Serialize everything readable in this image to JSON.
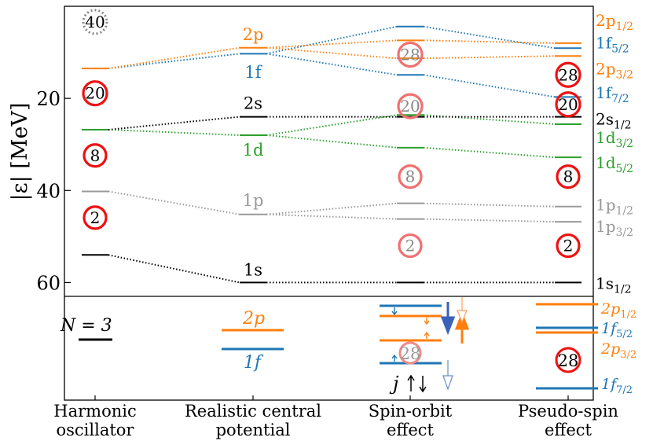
{
  "chart_data": {
    "type": "scatter",
    "ylabel": "|ε| [MeV]",
    "yticks": [
      20,
      40,
      60
    ],
    "ylim": [
      0,
      63
    ],
    "stages": [
      {
        "key": "ho",
        "label_line1": "Harmonic",
        "label_line2": "oscillator"
      },
      {
        "key": "real",
        "label_line1": "Realistic central",
        "label_line2": "potential"
      },
      {
        "key": "so",
        "label_line1": "Spin-orbit",
        "label_line2": "effect"
      },
      {
        "key": "ps",
        "label_line1": "Pseudo-spin",
        "label_line2": "effect"
      }
    ],
    "colors": {
      "1s": "#000000",
      "1p": "#999999",
      "1d": "#2ca02c",
      "2s": "#000000",
      "1f": "#1f77b4",
      "2p": "#ff7f0e",
      "magic": "#ee1111"
    },
    "levels": [
      {
        "id": "ho_N0",
        "stage": 0,
        "energy": 54.0,
        "color": "1s"
      },
      {
        "id": "ho_N1",
        "stage": 0,
        "energy": 40.2,
        "color": "1p"
      },
      {
        "id": "ho_N2",
        "stage": 0,
        "energy": 26.8,
        "color": "1d"
      },
      {
        "id": "ho_N3",
        "stage": 0,
        "energy": 13.5,
        "color": "2p"
      },
      {
        "id": "r_1s",
        "stage": 1,
        "energy": 60.0,
        "color": "1s",
        "label": "1s"
      },
      {
        "id": "r_1p",
        "stage": 1,
        "energy": 45.2,
        "color": "1p",
        "label": "1p"
      },
      {
        "id": "r_1d",
        "stage": 1,
        "energy": 28.0,
        "color": "1d",
        "label": "1d"
      },
      {
        "id": "r_2s",
        "stage": 1,
        "energy": 24.0,
        "color": "2s",
        "label": "2s"
      },
      {
        "id": "r_1f",
        "stage": 1,
        "energy": 10.3,
        "color": "1f",
        "label": "1f"
      },
      {
        "id": "r_2p",
        "stage": 1,
        "energy": 9.0,
        "color": "2p",
        "label": "2p"
      },
      {
        "id": "s_1s",
        "stage": 2,
        "energy": 60.0,
        "color": "1s"
      },
      {
        "id": "s_1p32",
        "stage": 2,
        "energy": 46.2,
        "color": "1p"
      },
      {
        "id": "s_1p12",
        "stage": 2,
        "energy": 42.8,
        "color": "1p"
      },
      {
        "id": "s_1d52",
        "stage": 2,
        "energy": 30.7,
        "color": "1d"
      },
      {
        "id": "s_2s",
        "stage": 2,
        "energy": 24.0,
        "color": "2s"
      },
      {
        "id": "s_1d32",
        "stage": 2,
        "energy": 23.6,
        "color": "1d"
      },
      {
        "id": "s_1f72",
        "stage": 2,
        "energy": 14.9,
        "color": "1f"
      },
      {
        "id": "s_2p32",
        "stage": 2,
        "energy": 11.3,
        "color": "2p"
      },
      {
        "id": "s_2p12",
        "stage": 2,
        "energy": 7.4,
        "color": "2p"
      },
      {
        "id": "s_1f52",
        "stage": 2,
        "energy": 4.4,
        "color": "1f"
      },
      {
        "id": "p_1s",
        "stage": 3,
        "energy": 60.0,
        "color": "1s"
      },
      {
        "id": "p_1p32",
        "stage": 3,
        "energy": 46.8,
        "color": "1p"
      },
      {
        "id": "p_1p12",
        "stage": 3,
        "energy": 43.5,
        "color": "1p"
      },
      {
        "id": "p_1d52",
        "stage": 3,
        "energy": 32.8,
        "color": "1d"
      },
      {
        "id": "p_1d32",
        "stage": 3,
        "energy": 25.6,
        "color": "1d"
      },
      {
        "id": "p_2s",
        "stage": 3,
        "energy": 24.0,
        "color": "2s"
      },
      {
        "id": "p_1f72",
        "stage": 3,
        "energy": 19.7,
        "color": "1f"
      },
      {
        "id": "p_2p32",
        "stage": 3,
        "energy": 10.8,
        "color": "2p"
      },
      {
        "id": "p_1f52",
        "stage": 3,
        "energy": 9.1,
        "color": "1f"
      },
      {
        "id": "p_2p12",
        "stage": 3,
        "energy": 8.0,
        "color": "2p"
      }
    ],
    "connections": [
      [
        "ho_N0",
        "r_1s"
      ],
      [
        "ho_N1",
        "r_1p"
      ],
      [
        "ho_N2",
        "r_1d"
      ],
      [
        "ho_N2",
        "r_2s"
      ],
      [
        "ho_N3",
        "r_1f"
      ],
      [
        "ho_N3",
        "r_2p"
      ],
      [
        "r_1s",
        "s_1s"
      ],
      [
        "r_1p",
        "s_1p32"
      ],
      [
        "r_1p",
        "s_1p12"
      ],
      [
        "r_1d",
        "s_1d52"
      ],
      [
        "r_1d",
        "s_1d32"
      ],
      [
        "r_2s",
        "s_2s"
      ],
      [
        "r_1f",
        "s_1f72"
      ],
      [
        "r_1f",
        "s_1f52"
      ],
      [
        "r_2p",
        "s_2p32"
      ],
      [
        "r_2p",
        "s_2p12"
      ],
      [
        "s_1s",
        "p_1s"
      ],
      [
        "s_1p32",
        "p_1p32"
      ],
      [
        "s_1p12",
        "p_1p12"
      ],
      [
        "s_1d52",
        "p_1d52"
      ],
      [
        "s_1d32",
        "p_1d32"
      ],
      [
        "s_2s",
        "p_2s"
      ],
      [
        "s_1f72",
        "p_1f72"
      ],
      [
        "s_1f52",
        "p_1f52"
      ],
      [
        "s_2p32",
        "p_2p32"
      ],
      [
        "s_2p12",
        "p_2p12"
      ]
    ],
    "level_labels": [
      {
        "text": "2p",
        "color": "2p",
        "anchor_stage": 1,
        "energy": 6.0,
        "pos": "center"
      },
      {
        "text": "1f",
        "color": "1f",
        "anchor_stage": 1,
        "energy": 14.2,
        "pos": "center"
      },
      {
        "text": "2s",
        "color": "2s",
        "anchor_stage": 1,
        "energy": 20.9,
        "pos": "center"
      },
      {
        "text": "1d",
        "color": "1d",
        "anchor_stage": 1,
        "energy": 31.1,
        "pos": "center"
      },
      {
        "text": "1p",
        "color": "1p",
        "anchor_stage": 1,
        "energy": 42.0,
        "pos": "center"
      },
      {
        "text": "1s",
        "color": "1s",
        "anchor_stage": 1,
        "energy": 57.1,
        "pos": "center"
      }
    ],
    "right_labels": [
      {
        "orb": "2p",
        "sub": "1/2",
        "color": "2p",
        "energy": 2.9
      },
      {
        "orb": "1f",
        "sub": "5/2",
        "color": "1f",
        "energy": 7.8
      },
      {
        "orb": "2p",
        "sub": "3/2",
        "color": "2p",
        "energy": 13.4
      },
      {
        "orb": "1f",
        "sub": "7/2",
        "color": "1f",
        "energy": 18.6
      },
      {
        "orb": "2s",
        "sub": "1/2",
        "color": "2s",
        "energy": 24.3
      },
      {
        "orb": "1d",
        "sub": "3/2",
        "color": "1d",
        "energy": 28.3
      },
      {
        "orb": "1d",
        "sub": "5/2",
        "color": "1d",
        "energy": 33.8
      },
      {
        "orb": "1p",
        "sub": "1/2",
        "color": "1p",
        "energy": 42.9
      },
      {
        "orb": "1p",
        "sub": "3/2",
        "color": "1p",
        "energy": 47.6
      },
      {
        "orb": "1s",
        "sub": "1/2",
        "color": "1s",
        "energy": 60.0
      }
    ],
    "magic_numbers": [
      {
        "text": "40",
        "stage": 0,
        "energy": 3.4,
        "style": "dotted"
      },
      {
        "text": "20",
        "stage": 0,
        "energy": 18.9,
        "style": "solid"
      },
      {
        "text": "8",
        "stage": 0,
        "energy": 32.4,
        "style": "solid"
      },
      {
        "text": "2",
        "stage": 0,
        "energy": 45.9,
        "style": "solid"
      },
      {
        "text": "28",
        "stage": 2,
        "energy": 10.5,
        "style": "faded"
      },
      {
        "text": "20",
        "stage": 2,
        "energy": 21.7,
        "style": "faded"
      },
      {
        "text": "8",
        "stage": 2,
        "energy": 37.0,
        "style": "faded"
      },
      {
        "text": "2",
        "stage": 2,
        "energy": 52.0,
        "style": "faded"
      },
      {
        "text": "28",
        "stage": 3,
        "energy": 14.9,
        "style": "solid"
      },
      {
        "text": "20",
        "stage": 3,
        "energy": 21.3,
        "style": "solid"
      },
      {
        "text": "8",
        "stage": 3,
        "energy": 37.0,
        "style": "solid"
      },
      {
        "text": "2",
        "stage": 3,
        "energy": 52.0,
        "style": "solid"
      }
    ],
    "inset": {
      "n_label": "N = 3",
      "real_2p": "2p",
      "real_1f": "1f",
      "j_label": "j",
      "ps_labels": [
        {
          "orb": "2p",
          "sub": "1/2",
          "color": "2p"
        },
        {
          "orb": "1f",
          "sub": "5/2",
          "color": "1f"
        },
        {
          "orb": "2p",
          "sub": "3/2",
          "color": "2p"
        },
        {
          "orb": "1f",
          "sub": "7/2",
          "color": "1f"
        }
      ],
      "magic": "28"
    }
  }
}
